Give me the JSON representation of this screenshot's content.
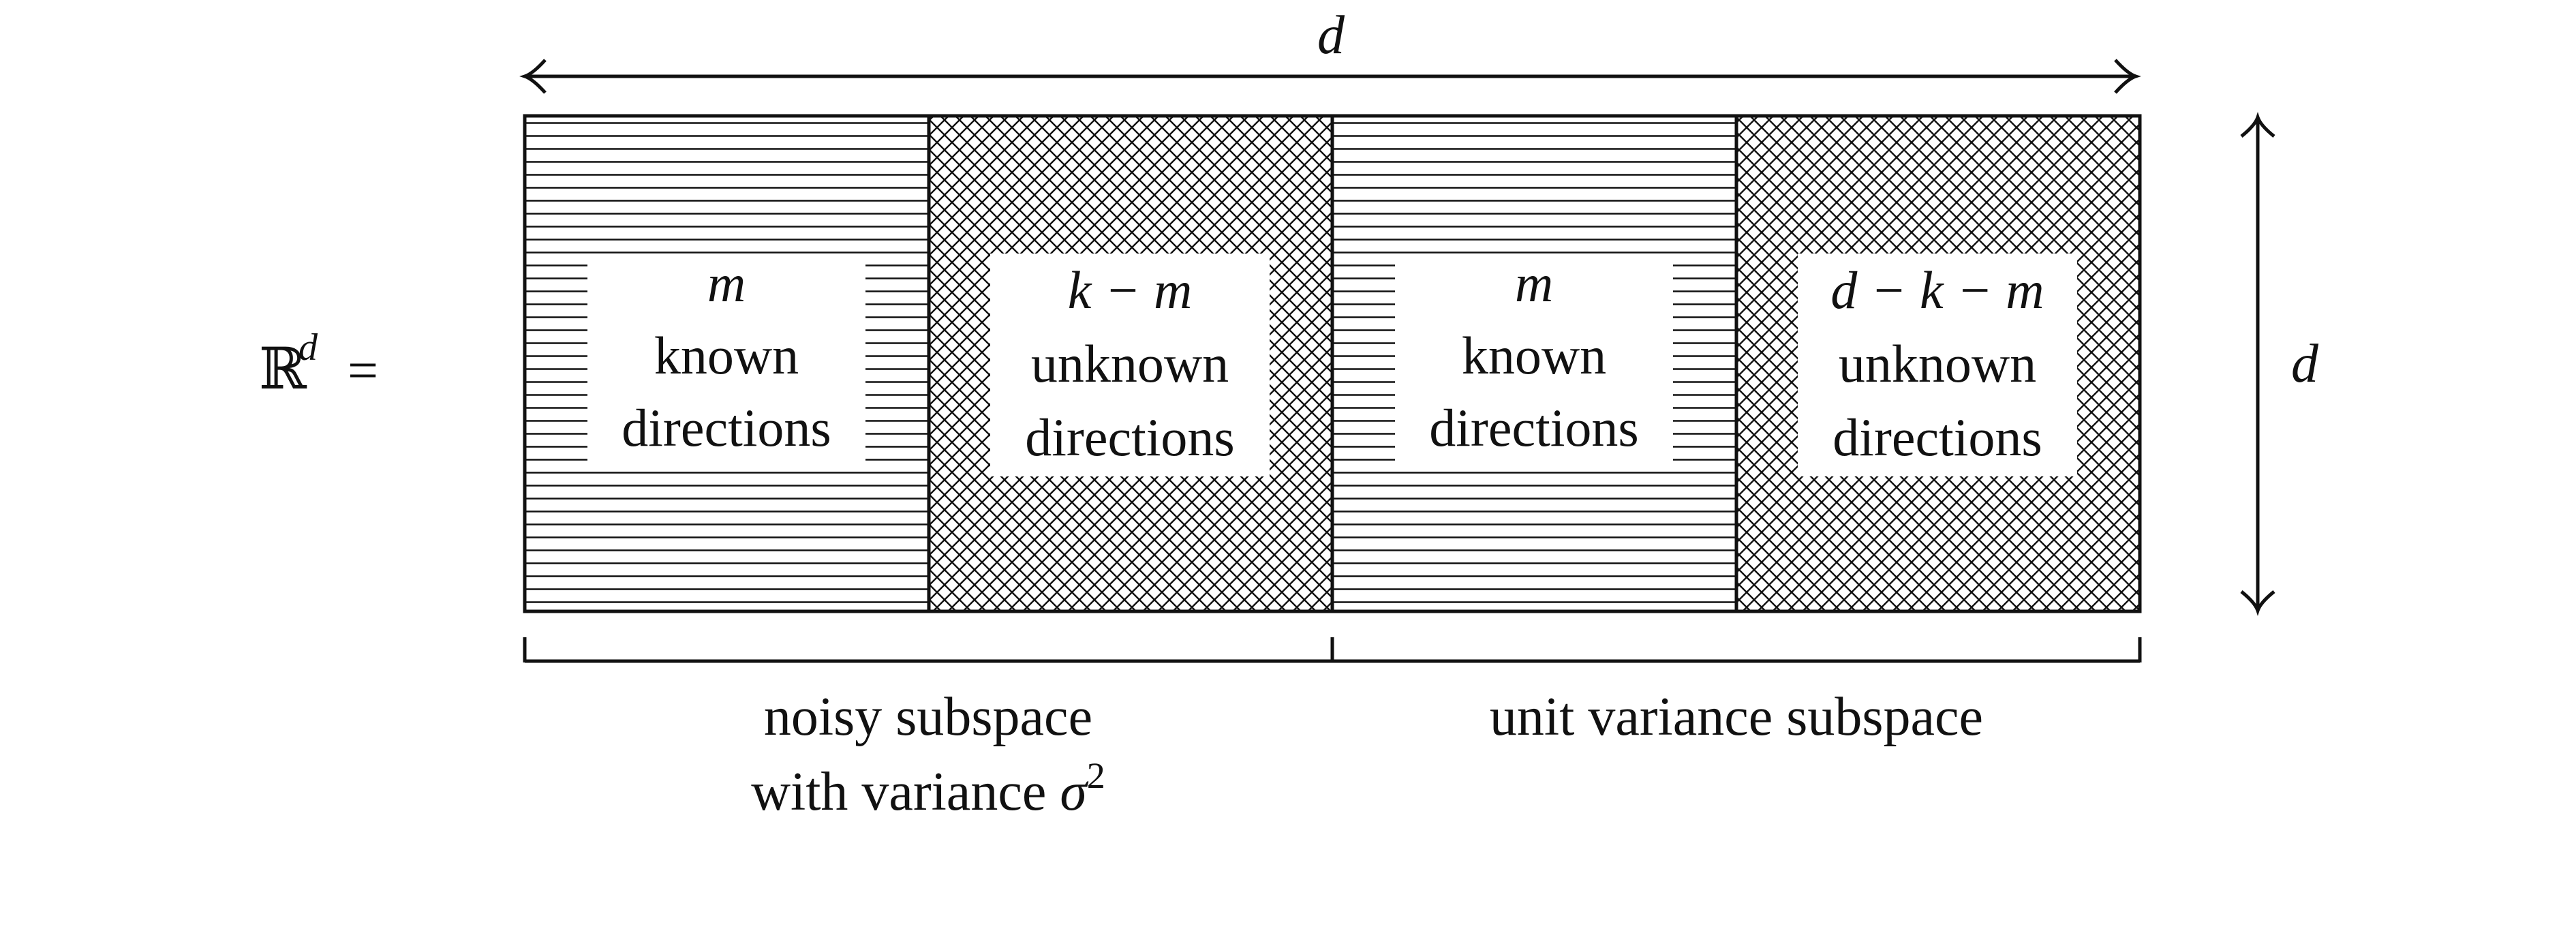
{
  "space_label": {
    "symbol": "ℝ",
    "superscript": "d",
    "equals": "="
  },
  "width_label": "d",
  "height_label": "d",
  "blocks": [
    {
      "top": "m",
      "line1": "known",
      "line2": "directions"
    },
    {
      "top": "k − m",
      "line1": "unknown",
      "line2": "directions"
    },
    {
      "top": "m",
      "line1": "known",
      "line2": "directions"
    },
    {
      "top": "d − k − m",
      "line1": "unknown",
      "line2": "directions"
    }
  ],
  "subspaces": [
    {
      "line1": "noisy subspace",
      "line2_text": "with variance ",
      "line2_symbol": "σ",
      "line2_sup": "2"
    },
    {
      "line1": "unit variance subspace"
    }
  ]
}
